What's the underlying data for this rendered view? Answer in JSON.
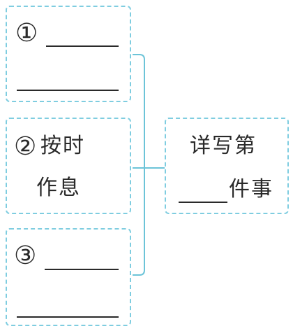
{
  "boxes": {
    "left_top": {
      "marker": "①"
    },
    "left_middle": {
      "marker": "②",
      "line1": "按时",
      "line2": "作息"
    },
    "left_bottom": {
      "marker": "③"
    },
    "right": {
      "line1": "详写第",
      "line2_suffix": "件事"
    }
  },
  "colors": {
    "border": "#7fcde0",
    "connector": "#6cc4d8",
    "text": "#2a2a2a"
  }
}
